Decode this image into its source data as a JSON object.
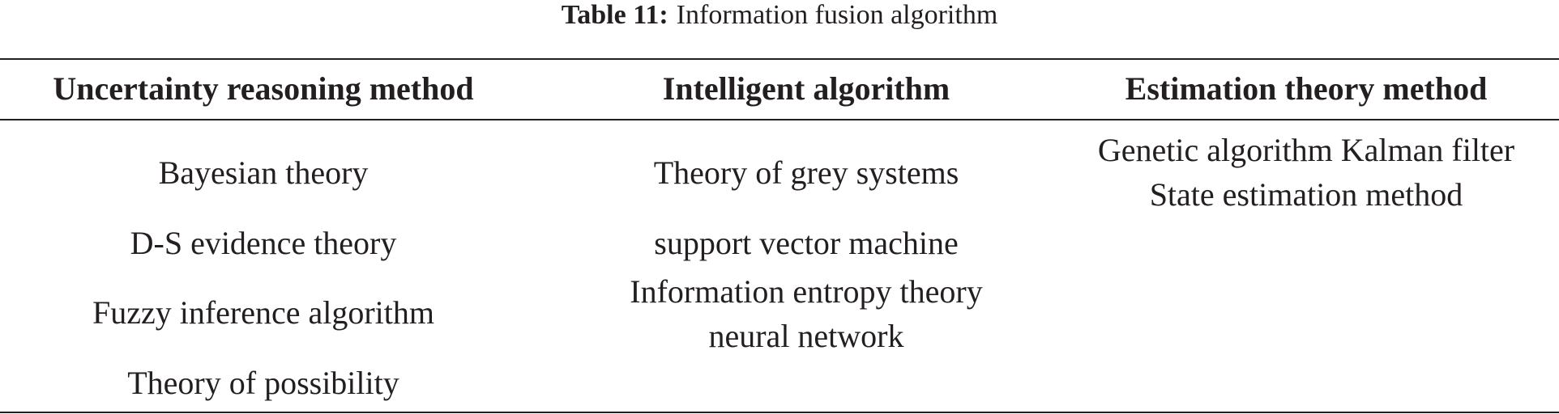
{
  "caption": {
    "label": "Table 11:",
    "title": "Information fusion algorithm"
  },
  "table": {
    "headers": [
      "Uncertainty reasoning method",
      "Intelligent algorithm",
      "Estimation theory method"
    ],
    "columns": [
      [
        "Bayesian theory",
        "D-S evidence theory",
        "Fuzzy inference algorithm",
        "Theory of possibility"
      ],
      [
        "Theory of grey systems",
        "support vector machine",
        "Information entropy theory",
        "neural network"
      ],
      [
        "Genetic algorithm Kalman filter",
        "State estimation method"
      ]
    ]
  }
}
